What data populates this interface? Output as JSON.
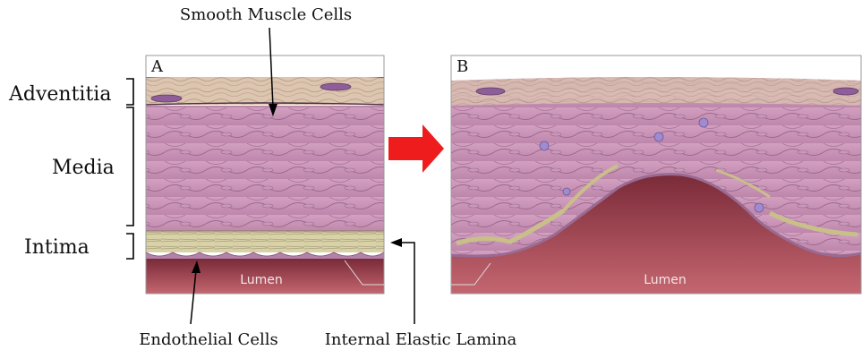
{
  "labels": {
    "top": "Smooth Muscle Cells",
    "adventitia": "Adventitia",
    "media": "Media",
    "intima": "Intima",
    "endothelial": "Endothelial Cells",
    "internal_elastic": "Internal Elastic Lamina"
  },
  "panels": {
    "a": {
      "tag": "A",
      "lumen": "Lumen"
    },
    "b": {
      "tag": "B",
      "lumen": "Lumen"
    }
  },
  "colors": {
    "media": "#c891b6",
    "adventitia": "#d9b8a8",
    "intima": "#d8cfa6",
    "lumen_top": "#7a2a38",
    "lumen_bottom": "#c0636b",
    "arrow": "#ee1c1c"
  }
}
